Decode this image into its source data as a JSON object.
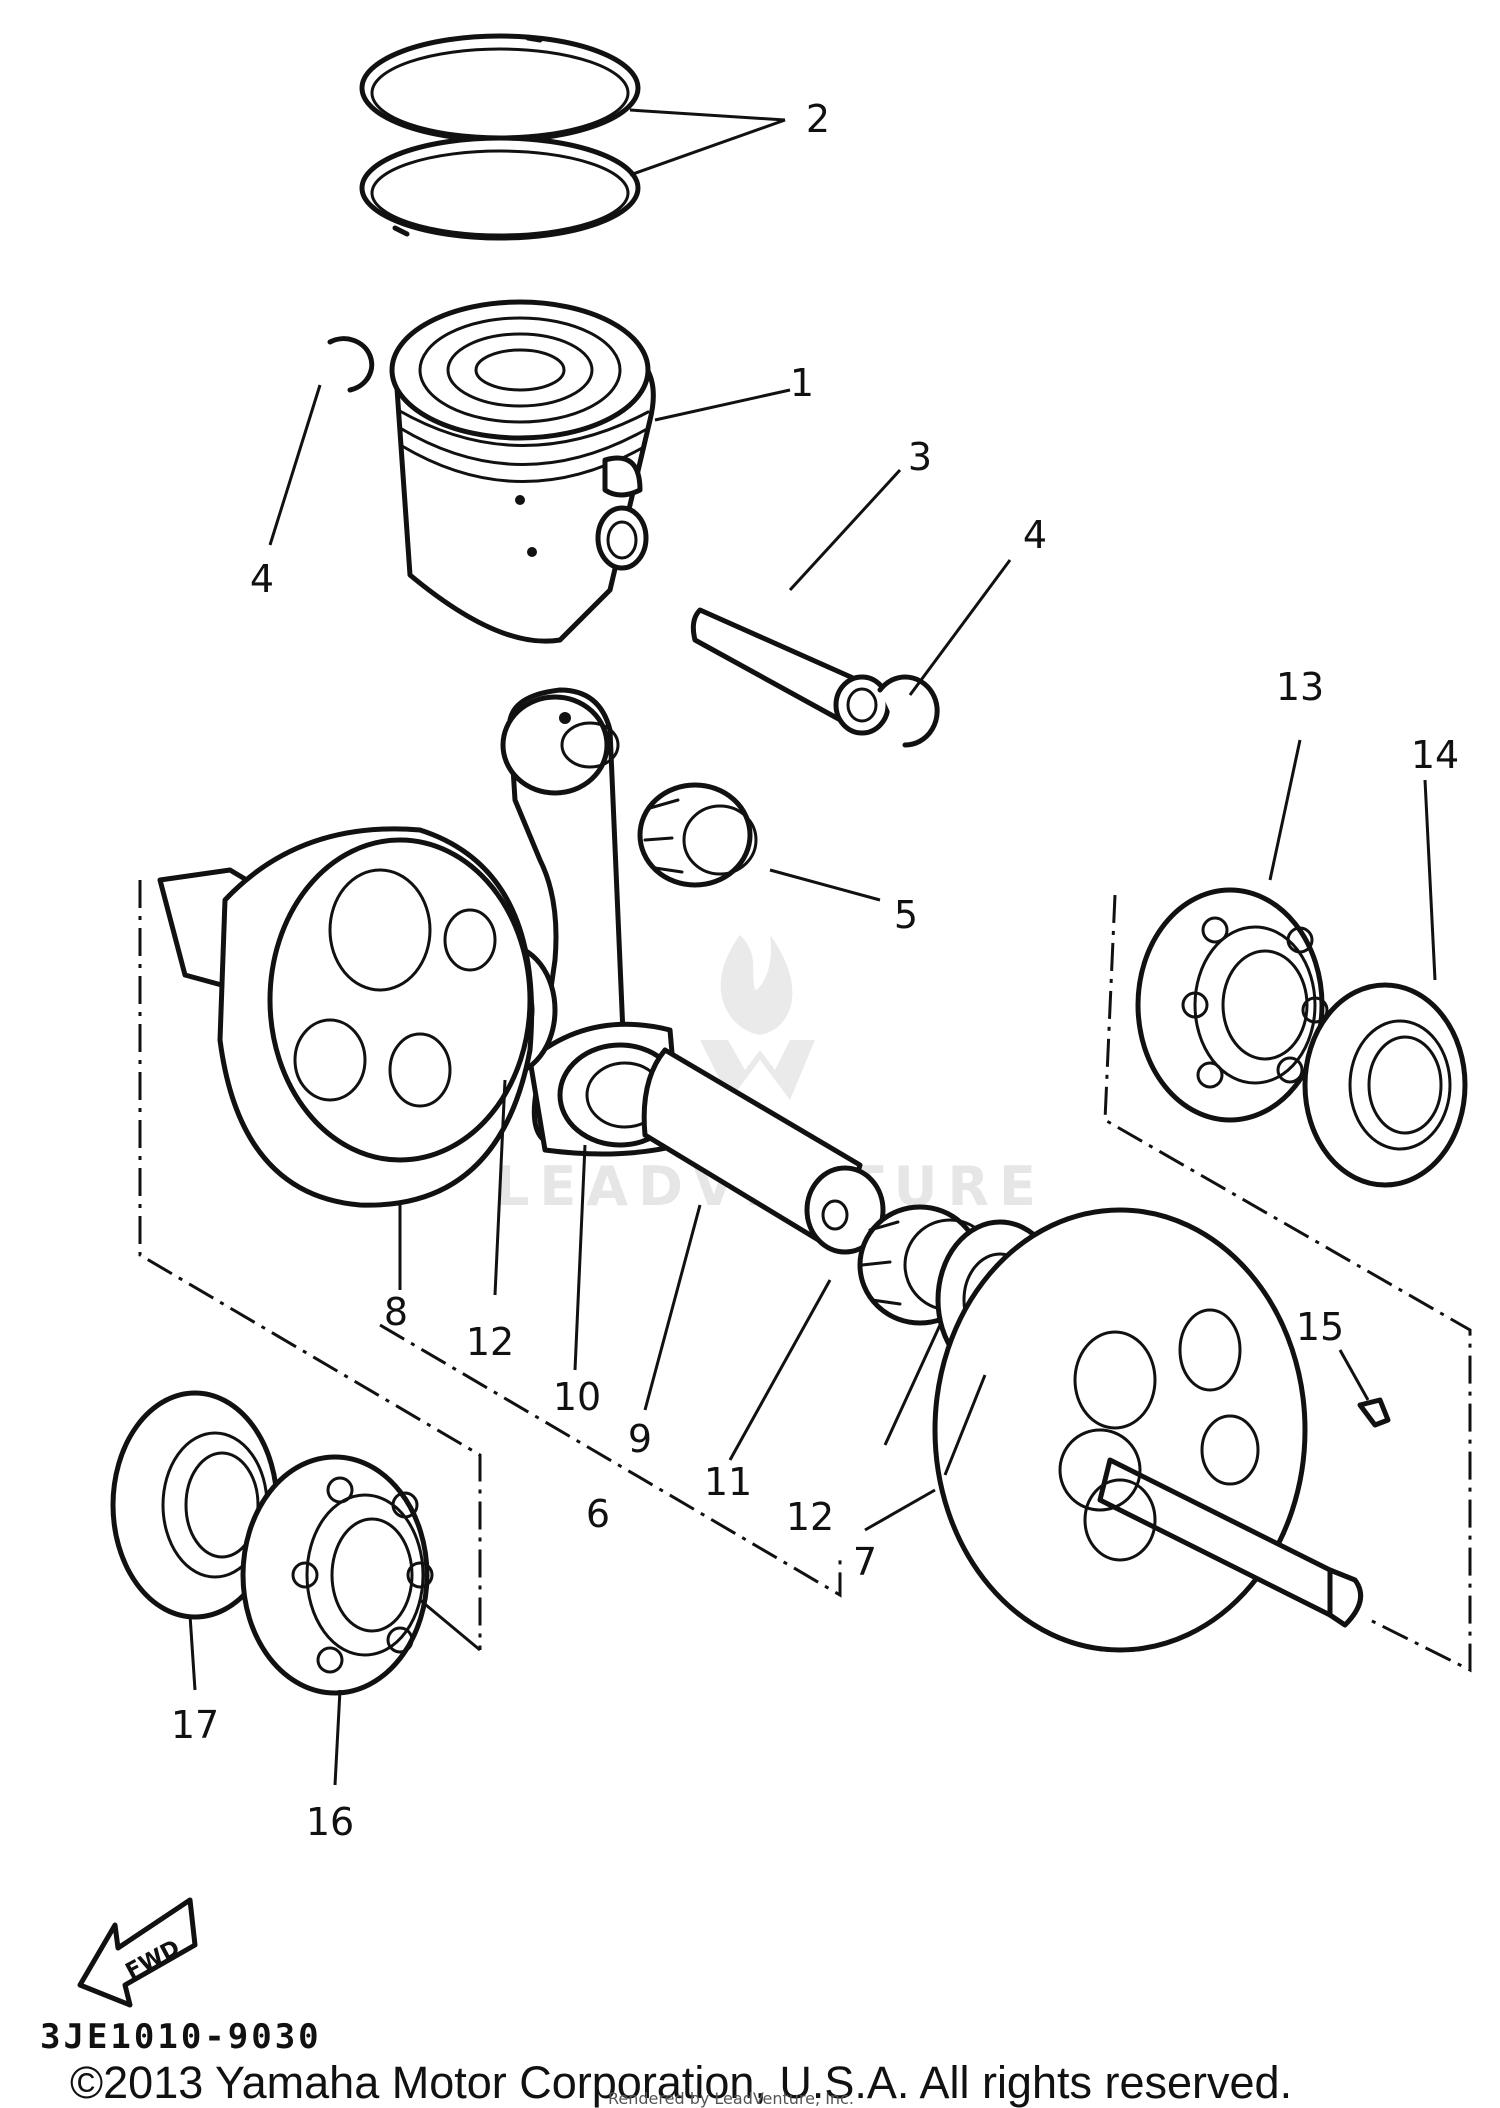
{
  "callouts": [
    {
      "id": "1",
      "text": "1"
    },
    {
      "id": "2",
      "text": "2"
    },
    {
      "id": "3",
      "text": "3"
    },
    {
      "id": "4a",
      "text": "4"
    },
    {
      "id": "4b",
      "text": "4"
    },
    {
      "id": "5",
      "text": "5"
    },
    {
      "id": "6",
      "text": "6"
    },
    {
      "id": "7",
      "text": "7"
    },
    {
      "id": "8",
      "text": "8"
    },
    {
      "id": "9",
      "text": "9"
    },
    {
      "id": "10",
      "text": "10"
    },
    {
      "id": "11",
      "text": "11"
    },
    {
      "id": "12a",
      "text": "12"
    },
    {
      "id": "12b",
      "text": "12"
    },
    {
      "id": "13",
      "text": "13"
    },
    {
      "id": "14",
      "text": "14"
    },
    {
      "id": "15",
      "text": "15"
    },
    {
      "id": "16",
      "text": "16"
    },
    {
      "id": "17",
      "text": "17"
    }
  ],
  "direction_label": "FWD",
  "diagram_code": "3JE1010-9030",
  "copyright": "©2013 Yamaha Motor Corporation, U.S.A. All rights reserved.",
  "watermark": "LEADVENTURE",
  "rendered_by": "Rendered by LeadVenture, Inc."
}
